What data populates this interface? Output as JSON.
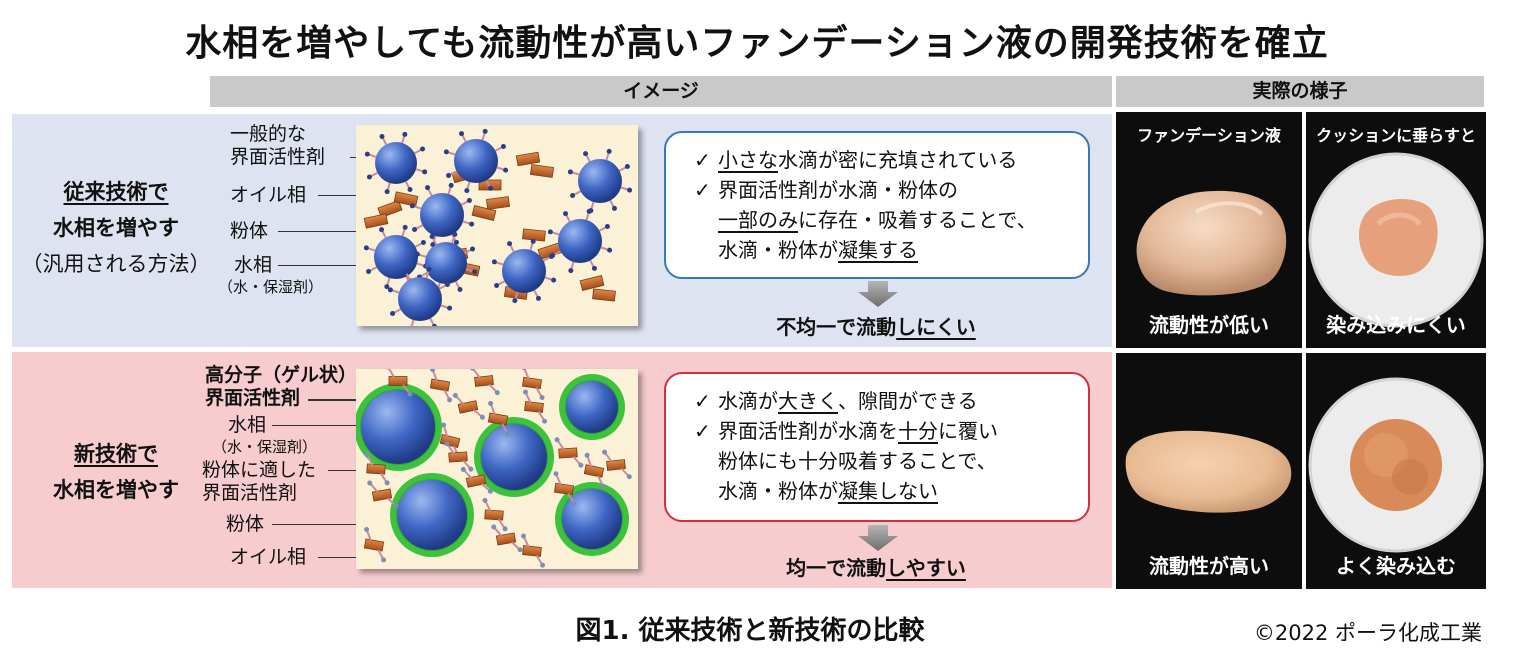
{
  "title": "水相を増やしても流動性が高いファンデーション液の開発技術を確立",
  "headers": {
    "image": "イメージ",
    "actual": "実際の様子"
  },
  "conventional": {
    "label_line1": "従来技術で",
    "label_line2": "水相を増やす",
    "label_line3": "（汎用される方法）",
    "diagram_labels": {
      "surfactant_1": "一般的な",
      "surfactant_2": "界面活性剤",
      "oil": "オイル相",
      "powder": "粉体",
      "water": "水相",
      "water_sub": "（水・保湿剤）"
    },
    "points": {
      "p1_a": "小さな",
      "p1_b": "水滴が密に充填されている",
      "p2_l1": "界面活性剤が水滴・粉体の",
      "p2_l2_a": "一部のみ",
      "p2_l2_b": "に存在・吸着することで、",
      "p2_l3_a": "水滴・粉体が",
      "p2_l3_b": "凝集する"
    },
    "result_a": "不均一で流動",
    "result_b": "しにくい"
  },
  "new_tech": {
    "label_line1": "新技術で",
    "label_line2": "水相を増やす",
    "diagram_labels": {
      "polymer_1": "高分子（ゲル状）",
      "polymer_2": "界面活性剤",
      "water": "水相",
      "water_sub": "（水・保湿剤）",
      "powder_surf_1": "粉体に適した",
      "powder_surf_2": "界面活性剤",
      "powder": "粉体",
      "oil": "オイル相"
    },
    "points": {
      "p1_a": "水滴が",
      "p1_b": "大きく",
      "p1_c": "、隙間ができる",
      "p2_l1_a": "界面活性剤が水滴を",
      "p2_l1_b": "十分",
      "p2_l1_c": "に覆い",
      "p2_l2": "粉体にも十分吸着することで、",
      "p2_l3_a": "水滴・粉体が",
      "p2_l3_b": "凝集しない"
    },
    "result_a": "均一で流動",
    "result_b": "しやすい"
  },
  "photos": {
    "top_left_title": "ファンデーション液",
    "top_right_title": "クッションに垂らすと",
    "old_left_caption": "流動性が低い",
    "old_right_caption": "染み込みにくい",
    "new_left_caption": "流動性が高い",
    "new_right_caption": "よく染み込む"
  },
  "check_mark": "✓",
  "colors": {
    "old_band": "#dde3f0",
    "new_band": "#f6ccce",
    "old_border": "#3a78b5",
    "new_border": "#d2303a",
    "droplet": "#3f66c4",
    "gel_ring": "#3cc23c",
    "powder": "#c8682a",
    "header": "#c9c9c9"
  },
  "figure_caption": "図1.  従来技術と新技術の比較",
  "copyright": "©2022 ポーラ化成工業"
}
